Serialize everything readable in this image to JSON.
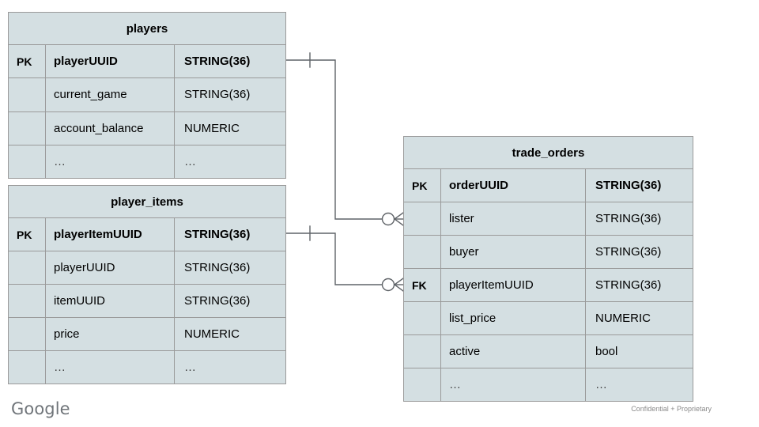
{
  "diagram": {
    "type": "entity-relationship-diagram",
    "notation": "crow's foot",
    "palette": {
      "entity_fill": "#d4dfe2",
      "entity_border": "#9a9a9a",
      "connector_line": "#5f6368",
      "page_background": "#ffffff",
      "footer_text": "#8a8a8a"
    },
    "entities": [
      {
        "id": "players",
        "name": "players",
        "columns": [
          "key",
          "name",
          "type"
        ],
        "rows": [
          {
            "key": "PK",
            "name": "playerUUID",
            "type": "STRING(36)",
            "pk": true
          },
          {
            "key": "",
            "name": "current_game",
            "type": "STRING(36)",
            "pk": false
          },
          {
            "key": "",
            "name": "account_balance",
            "type": "NUMERIC",
            "pk": false
          },
          {
            "key": "",
            "name": "…",
            "type": "…",
            "pk": false
          }
        ]
      },
      {
        "id": "player_items",
        "name": "player_items",
        "columns": [
          "key",
          "name",
          "type"
        ],
        "rows": [
          {
            "key": "PK",
            "name": "playerItemUUID",
            "type": "STRING(36)",
            "pk": true
          },
          {
            "key": "",
            "name": "playerUUID",
            "type": "STRING(36)",
            "pk": false
          },
          {
            "key": "",
            "name": "itemUUID",
            "type": "STRING(36)",
            "pk": false
          },
          {
            "key": "",
            "name": "price",
            "type": "NUMERIC",
            "pk": false
          },
          {
            "key": "",
            "name": "…",
            "type": "…",
            "pk": false
          }
        ]
      },
      {
        "id": "trade_orders",
        "name": "trade_orders",
        "columns": [
          "key",
          "name",
          "type"
        ],
        "rows": [
          {
            "key": "PK",
            "name": "orderUUID",
            "type": "STRING(36)",
            "pk": true
          },
          {
            "key": "",
            "name": "lister",
            "type": "STRING(36)",
            "pk": false
          },
          {
            "key": "",
            "name": "buyer",
            "type": "STRING(36)",
            "pk": false
          },
          {
            "key": "FK",
            "name": "playerItemUUID",
            "type": "STRING(36)",
            "pk": false
          },
          {
            "key": "",
            "name": "list_price",
            "type": "NUMERIC",
            "pk": false
          },
          {
            "key": "",
            "name": "active",
            "type": "bool",
            "pk": false
          },
          {
            "key": "",
            "name": "…",
            "type": "…",
            "pk": false
          }
        ]
      }
    ],
    "relationships": [
      {
        "id": "players-to-trade_orders",
        "from_entity": "players",
        "from_field": "playerUUID",
        "from_cardinality": "one",
        "to_entity": "trade_orders",
        "to_field": "lister",
        "to_cardinality": "zero-or-many"
      },
      {
        "id": "player_items-to-trade_orders",
        "from_entity": "player_items",
        "from_field": "playerItemUUID",
        "from_cardinality": "one",
        "to_entity": "trade_orders",
        "to_field": "playerItemUUID",
        "to_cardinality": "zero-or-many"
      }
    ]
  },
  "footer": {
    "logo_text": "Google",
    "confidential_note": "Confidential + Proprietary"
  }
}
